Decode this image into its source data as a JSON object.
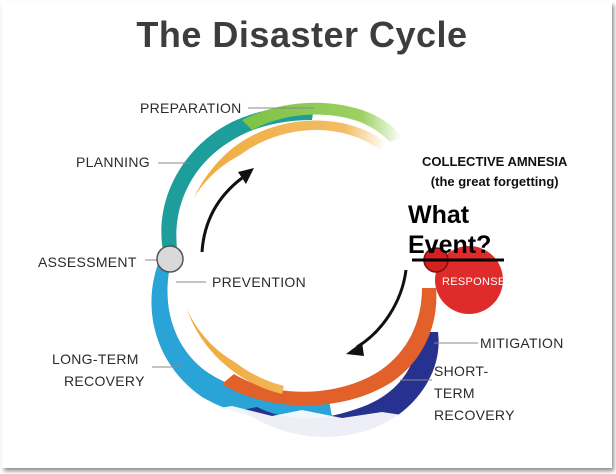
{
  "title": "The Disaster Cycle",
  "labels": {
    "preparation": "PREPARATION",
    "planning": "PLANNING",
    "assessment": "ASSESSMENT",
    "prevention": "PREVENTION",
    "long_term_recovery_line1": "LONG-TERM",
    "long_term_recovery_line2": "RECOVERY",
    "mitigation": "MITIGATION",
    "short_term_recovery_line1": "SHORT-",
    "short_term_recovery_line2": "TERM",
    "short_term_recovery_line3": "RECOVERY",
    "response": "RESPONSE"
  },
  "annotations": {
    "collective_amnesia": "COLLECTIVE AMNESIA",
    "collective_amnesia_sub": "(the great forgetting)",
    "what_event_line1": "What",
    "what_event_line2": "Event?"
  },
  "colors": {
    "preparation_green": "#7dc242",
    "planning_teal": "#1e9e9a",
    "prevention_orange": "#f0a93a",
    "long_term_blue": "#2aa3d6",
    "mitigation_orange": "#e2612a",
    "short_term_navy": "#27318f",
    "response_red": "#e02b2b"
  }
}
